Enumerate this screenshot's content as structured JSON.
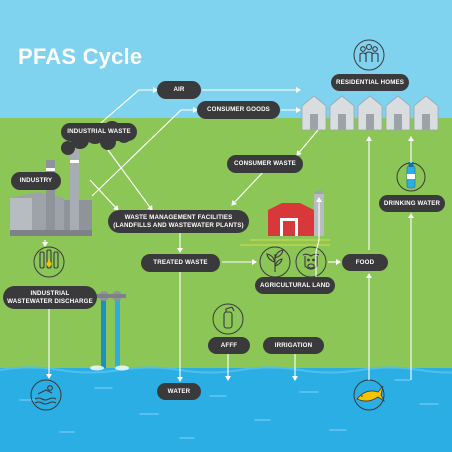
{
  "title": "PFAS Cycle",
  "colors": {
    "sky": "#7fd3ef",
    "land": "#8cc657",
    "water": "#2aaee4",
    "label_bg": "#3a3a3c",
    "arrow": "#ffffff",
    "barn": "#d9383a",
    "building": "#9da3a8"
  },
  "labels": {
    "air": "AIR",
    "consumer_goods": "CONSUMER GOODS",
    "residential_homes": "RESIDENTIAL HOMES",
    "industrial_waste": "INDUSTRIAL WASTE",
    "consumer_waste": "CONSUMER WASTE",
    "industry": "INDUSTRY",
    "drinking_water": "DRINKING WATER",
    "waste_mgmt_line1": "WASTE MANAGEMENT FACILITIES",
    "waste_mgmt_line2": "(LANDFILLS AND WASTEWATER PLANTS)",
    "treated_waste": "TREATED WASTE",
    "food": "FOOD",
    "agricultural_land": "AGRICULTURAL LAND",
    "iwd_line1": "INDUSTRIAL",
    "iwd_line2": "WASTEWATER DISCHARGE",
    "afff": "AFFF",
    "irrigation": "IRRIGATION",
    "water": "WATER"
  },
  "icons": [
    "family-icon",
    "bottle-icon",
    "chemical-flasks-icon",
    "plant-icon",
    "cow-icon",
    "fire-extinguisher-icon",
    "swimmer-icon",
    "fish-icon"
  ]
}
